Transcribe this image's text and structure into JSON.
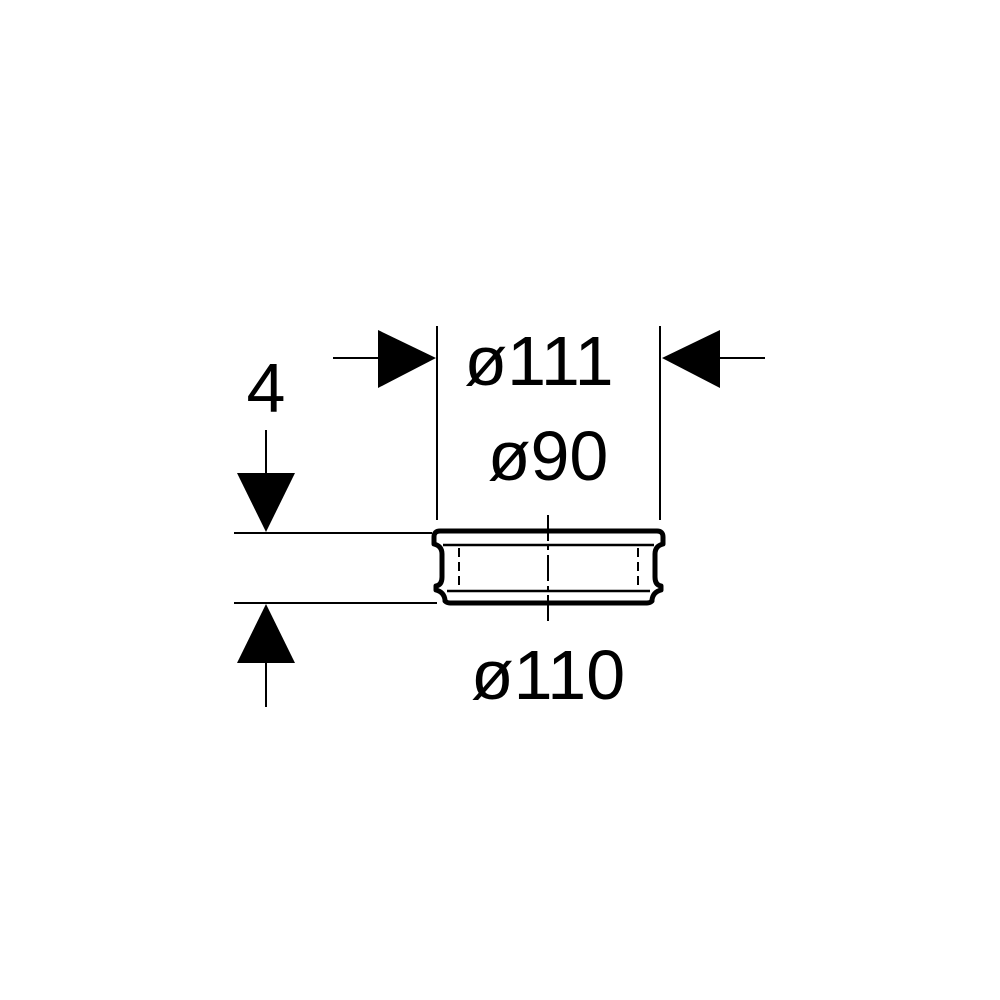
{
  "dimensions": {
    "outer_diameter_top": "ø111",
    "inner_diameter": "ø90",
    "outer_diameter_bottom": "ø110",
    "height": "4"
  },
  "colors": {
    "line": "#000000",
    "background": "#ffffff"
  }
}
